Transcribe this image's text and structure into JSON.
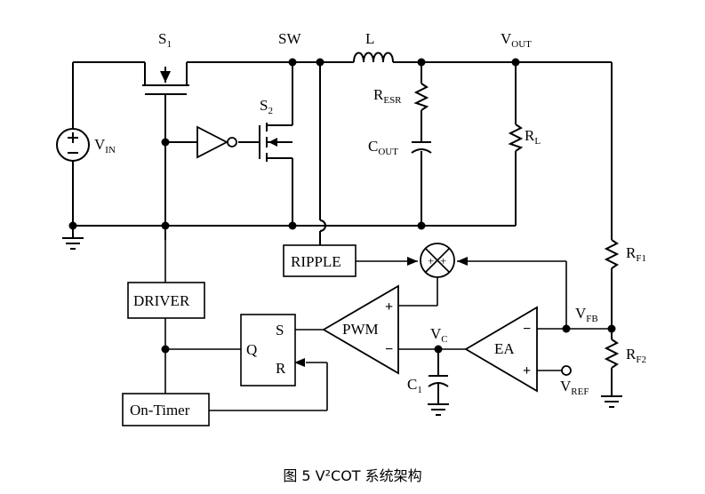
{
  "labels": {
    "s1": "S",
    "s1_sub": "1",
    "s2": "S",
    "s2_sub": "2",
    "sw": "SW",
    "l": "L",
    "vout": "V",
    "vout_sub": "OUT",
    "resr": "R",
    "resr_sub": "ESR",
    "cout": "C",
    "cout_sub": "OUT",
    "rl": "R",
    "rl_sub": "L",
    "vin": "V",
    "vin_sub": "IN",
    "rf1": "R",
    "rf1_sub": "F1",
    "rf2": "R",
    "rf2_sub": "F2",
    "vfb": "V",
    "vfb_sub": "FB",
    "vc": "V",
    "vc_sub": "C",
    "c1": "C",
    "c1_sub": "1",
    "vref": "V",
    "vref_sub": "REF",
    "plus": "+",
    "minus": "−"
  },
  "blocks": {
    "ripple": "RIPPLE",
    "driver": "DRIVER",
    "ontimer": "On-Timer",
    "pwm": "PWM",
    "ea": "EA",
    "latch_s": "S",
    "latch_q": "Q",
    "latch_r": "R"
  },
  "caption": "图 5 V²COT 系统架构"
}
